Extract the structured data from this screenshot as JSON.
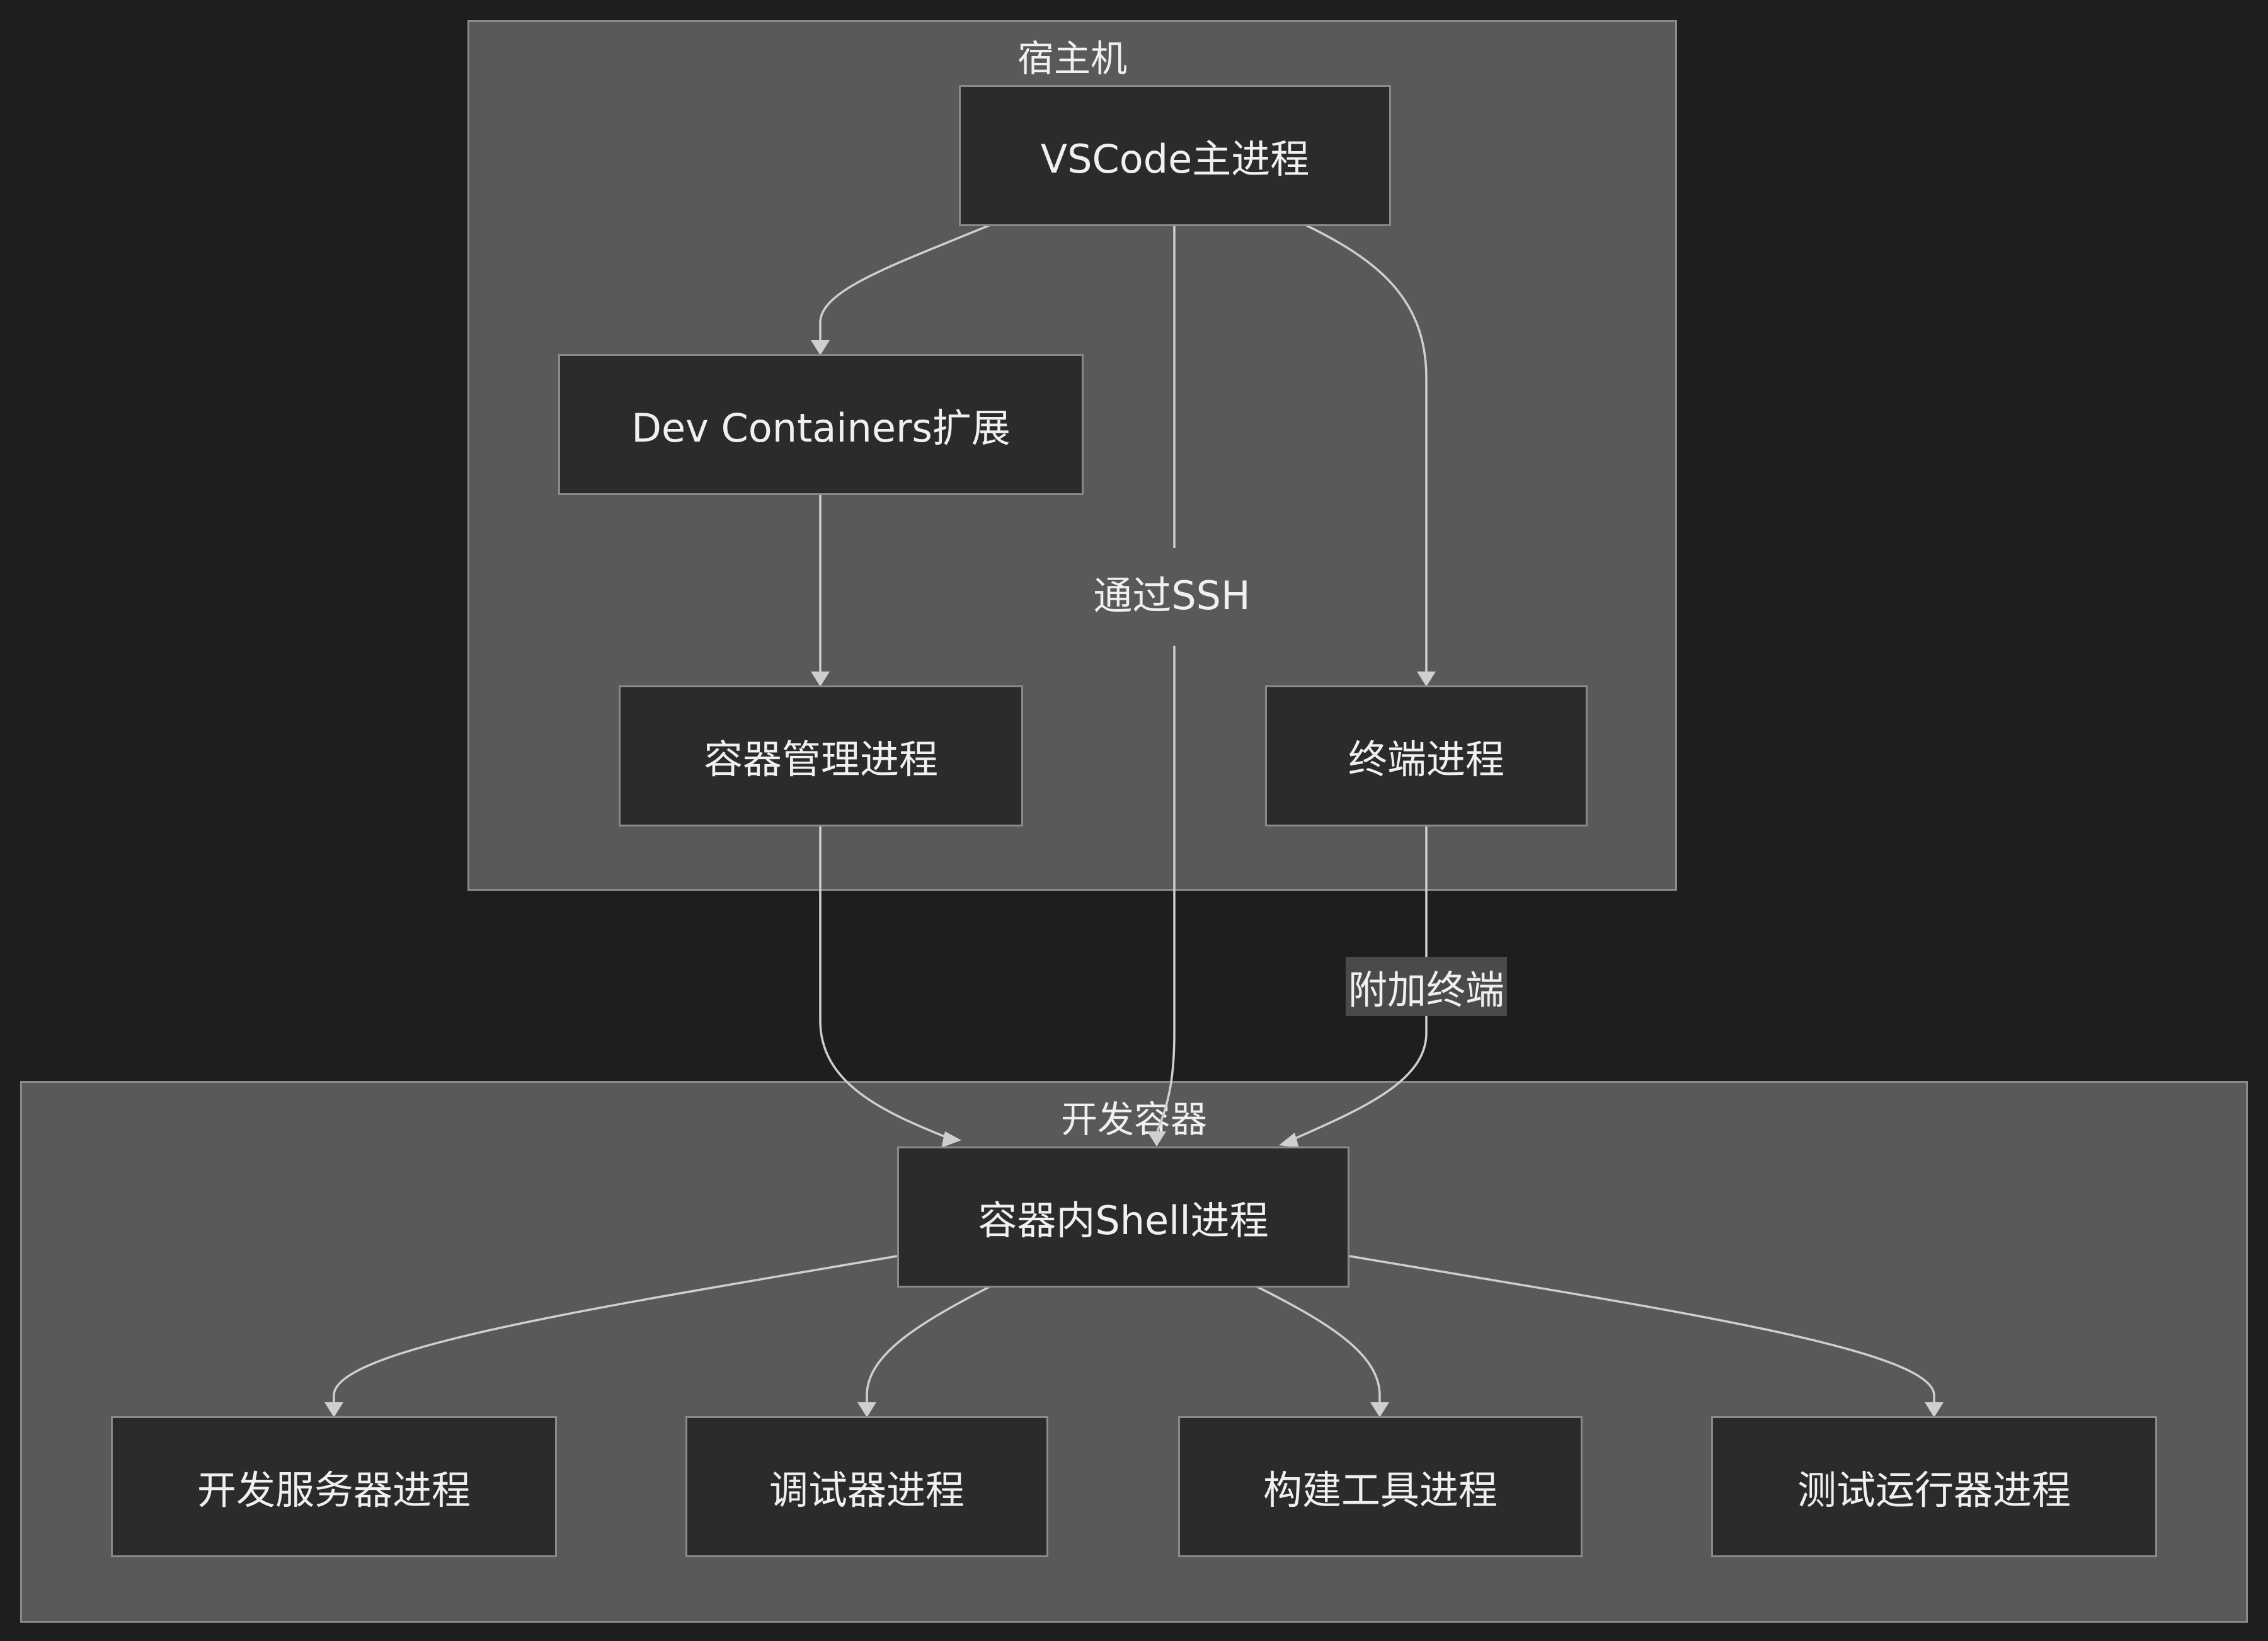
{
  "clusters": {
    "host": {
      "title": "宿主机"
    },
    "container": {
      "title": "开发容器"
    }
  },
  "nodes": {
    "vscode_main": "VSCode主进程",
    "dev_containers_ext": "Dev Containers扩展",
    "container_mgmt": "容器管理进程",
    "terminal": "终端进程",
    "shell_in_container": "容器内Shell进程",
    "dev_server": "开发服务器进程",
    "debugger": "调试器进程",
    "build_tool": "构建工具进程",
    "test_runner": "测试运行器进程"
  },
  "edge_labels": {
    "ssh": "通过SSH",
    "attach_terminal": "附加终端"
  },
  "colors": {
    "background": "#1e1e1e",
    "cluster_fill": "#595959",
    "node_fill": "#2b2b2b",
    "border": "#8a8a8a",
    "edge": "#cfcfcf",
    "text": "#f0f0f0"
  }
}
